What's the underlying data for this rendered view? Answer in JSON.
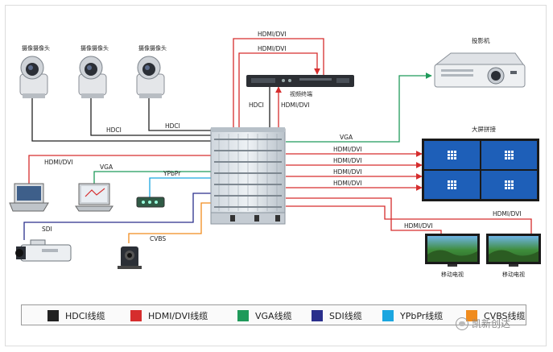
{
  "devices": {
    "camera_labels": [
      "摄像摄像头",
      "摄像摄像头",
      "摄像摄像头"
    ],
    "projector": "投影机",
    "recorder": "视频终端",
    "video_wall": "大屏拼接",
    "mobile_tv_left": "移动电视",
    "mobile_tv_right": "移动电视"
  },
  "cables": {
    "hdmi_dvi_top_1": "HDMI/DVI",
    "hdmi_dvi_top_2": "HDMI/DVI",
    "hdci_cam_1": "HDCI",
    "hdci_cam_2": "HDCI",
    "hdci_vertical": "HDCI",
    "hdmi_dvi_vertical": "HDMI/DVI",
    "hdmi_dvi_laptop": "HDMI/DVI",
    "vga_in": "VGA",
    "ypbpr_in": "YPbPr",
    "sdi_in": "SDI",
    "cvbs_in": "CVBS",
    "vga_out": "VGA",
    "hdmi_out_1": "HDMI/DVI",
    "hdmi_out_2": "HDMI/DVI",
    "hdmi_out_3": "HDMI/DVI",
    "hdmi_out_4": "HDMI/DVI",
    "hdmi_out_tv_left": "HDMI/DVI",
    "hdmi_out_tv_right": "HDMI/DVI"
  },
  "legend": [
    {
      "label": "HDCI线缆",
      "color": "#222222"
    },
    {
      "label": "HDMI/DVI线缆",
      "color": "#d62d2d"
    },
    {
      "label": "VGA线缆",
      "color": "#1f9a5a"
    },
    {
      "label": "SDI线缆",
      "color": "#2a2f8c"
    },
    {
      "label": "YPbPr线缆",
      "color": "#1aa6e0"
    },
    {
      "label": "CVBS线缆",
      "color": "#f08c1e"
    }
  ],
  "watermark": "凯新创达",
  "colors": {
    "hdci": "#222222",
    "hdmi": "#d62d2d",
    "vga": "#1f9a5a",
    "sdi": "#2a2f8c",
    "ypbpr": "#1aa6e0",
    "cvbs": "#f08c1e",
    "wall_tile": "#1e5fb8"
  }
}
